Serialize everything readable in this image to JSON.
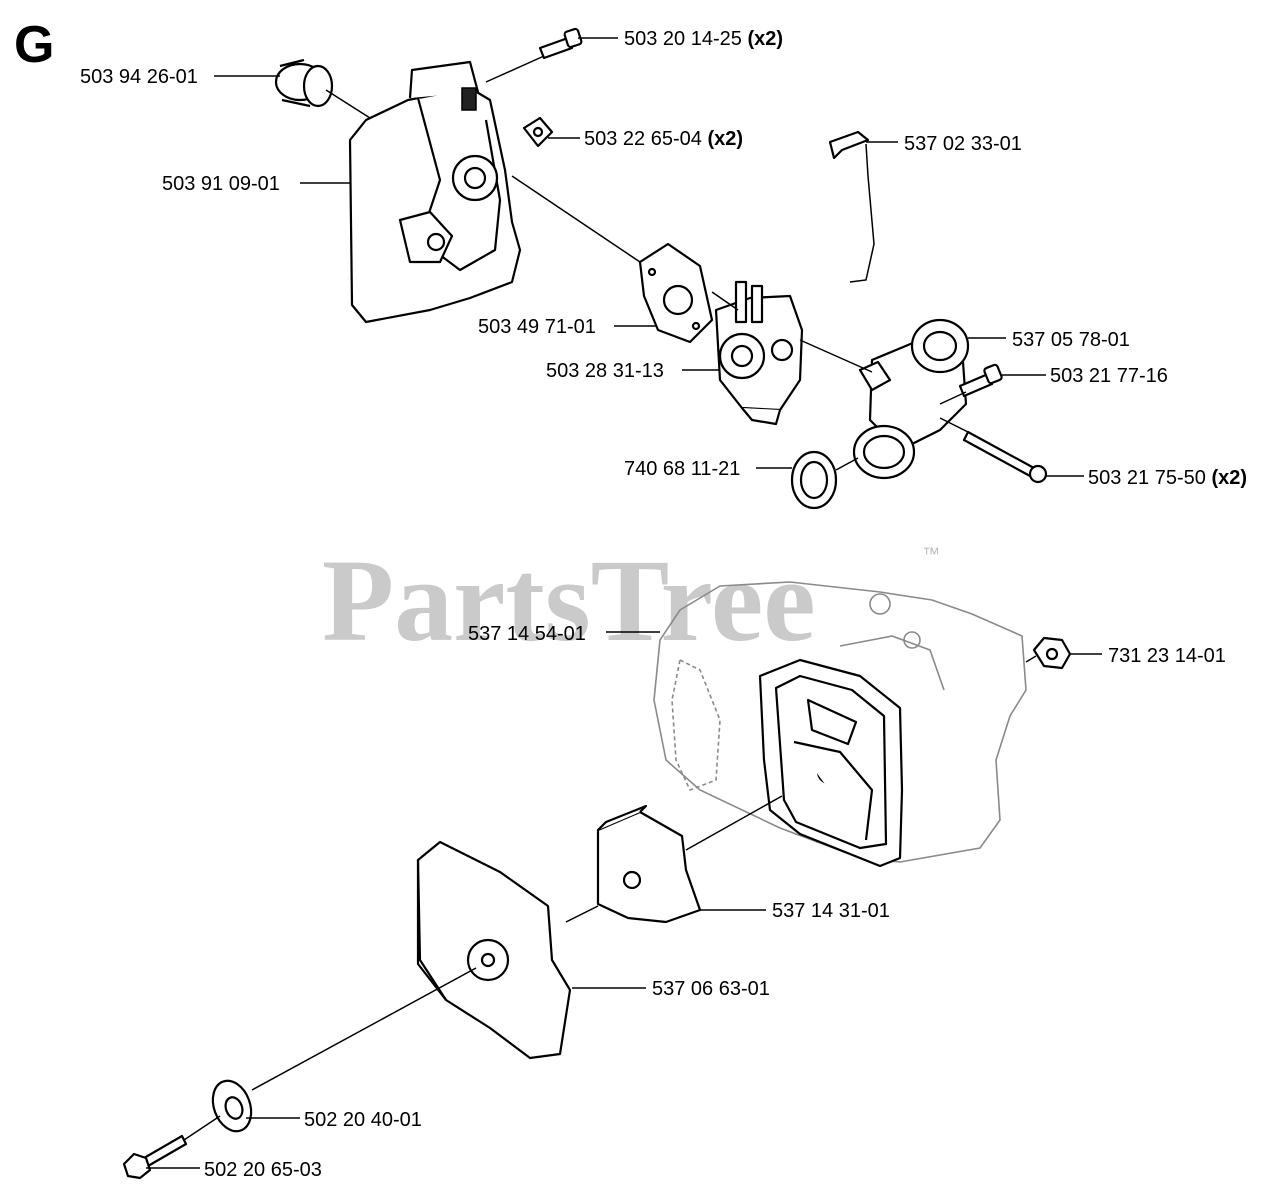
{
  "section_letter": "G",
  "watermark": {
    "text": "PartsTree",
    "trademark": "™"
  },
  "parts": [
    {
      "number": "503 20 14-25",
      "qty": "(x2)"
    },
    {
      "number": "503 94 26-01",
      "qty": ""
    },
    {
      "number": "503 22 65-04",
      "qty": "(x2)"
    },
    {
      "number": "537 02 33-01",
      "qty": ""
    },
    {
      "number": "503 91 09-01",
      "qty": ""
    },
    {
      "number": "537 05 78-01",
      "qty": ""
    },
    {
      "number": "503 49 71-01",
      "qty": ""
    },
    {
      "number": "503 28 31-13",
      "qty": ""
    },
    {
      "number": "503 21 77-16",
      "qty": ""
    },
    {
      "number": "740 68 11-21",
      "qty": ""
    },
    {
      "number": "503 21 75-50",
      "qty": "(x2)"
    },
    {
      "number": "537 14 54-01",
      "qty": ""
    },
    {
      "number": "731 23 14-01",
      "qty": ""
    },
    {
      "number": "537 14 31-01",
      "qty": ""
    },
    {
      "number": "537 06 63-01",
      "qty": ""
    },
    {
      "number": "502 20 40-01",
      "qty": ""
    },
    {
      "number": "502 20 65-03",
      "qty": ""
    }
  ]
}
